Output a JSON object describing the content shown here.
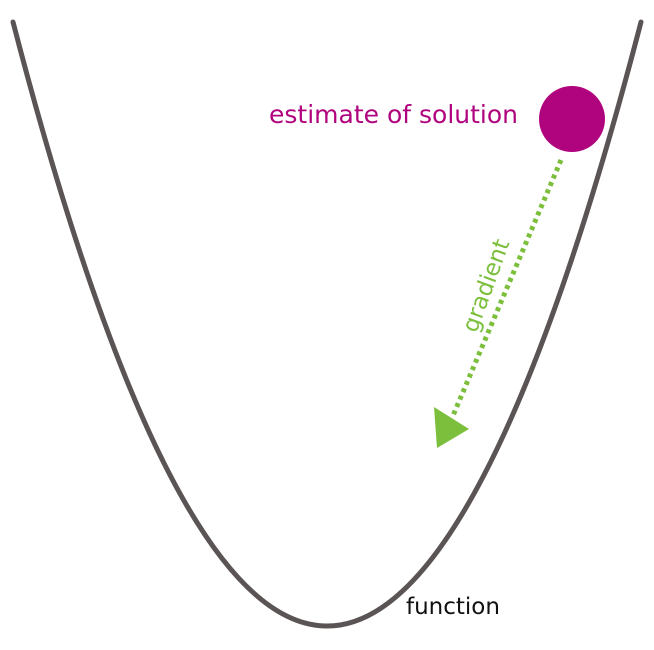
{
  "labels": {
    "estimate": "estimate of solution",
    "gradient": "gradient",
    "function": "function"
  },
  "colors": {
    "curve": "#5a5455",
    "estimate": "#b0047f",
    "gradient": "#7cbf3c",
    "function_text": "#111111"
  },
  "shapes": {
    "curve": "parabola",
    "estimate_marker": "filled-circle",
    "gradient_arrow": "dotted-arrow"
  }
}
